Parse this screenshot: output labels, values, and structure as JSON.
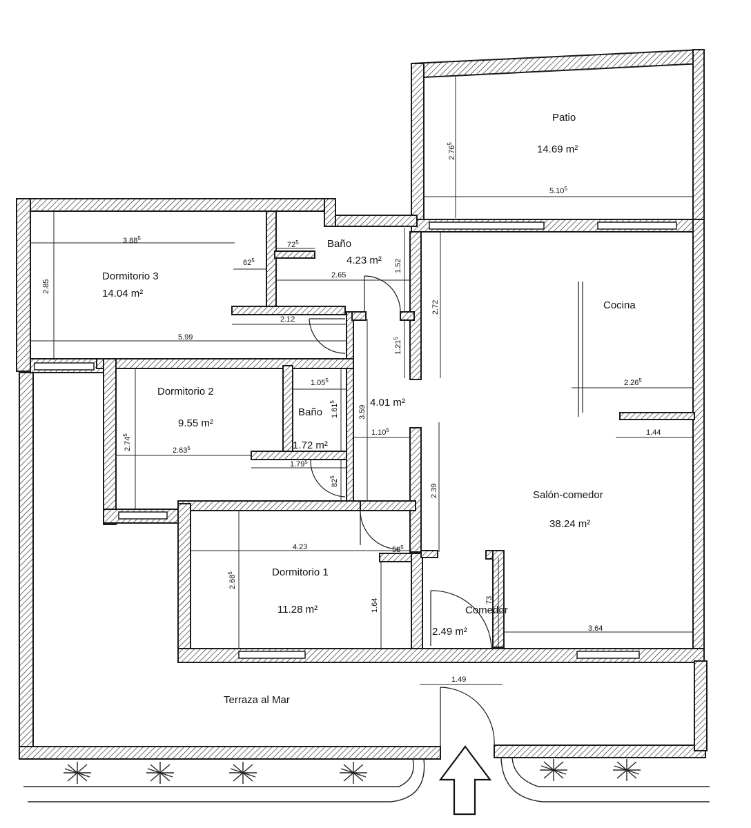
{
  "rooms": {
    "patio": {
      "name": "Patio",
      "area": "14.69 m²"
    },
    "cocina": {
      "name": "Cocina"
    },
    "salon": {
      "name": "Salón-comedor",
      "area": "38.24 m²"
    },
    "dorm3": {
      "name": "Dormitorio 3",
      "area": "14.04 m²"
    },
    "bano1": {
      "name": "Baño",
      "area": "4.23 m²"
    },
    "dorm2": {
      "name": "Dormitorio 2",
      "area": "9.55 m²"
    },
    "bano2": {
      "name": "Baño",
      "area": "1.72 m²"
    },
    "pasillo": {
      "area": "4.01 m²"
    },
    "dorm1": {
      "name": "Dormitorio 1",
      "area": "11.28 m²"
    },
    "comedor": {
      "name": "Comedor",
      "area": "2.49 m²"
    },
    "terraza": {
      "name": "Terraza al Mar"
    }
  },
  "dimensions": {
    "d1": {
      "base": "2.76",
      "sup": "5"
    },
    "d2": {
      "base": "5.10",
      "sup": "5"
    },
    "d3": {
      "base": "3.88",
      "sup": "5"
    },
    "d4": {
      "base": "72",
      "sup": "5"
    },
    "d5": {
      "base": "62",
      "sup": "5"
    },
    "d6": {
      "base": "2.85"
    },
    "d7": {
      "base": "2.65"
    },
    "d8": {
      "base": "1.52"
    },
    "d9": {
      "base": "2.72"
    },
    "d10": {
      "base": "2.12"
    },
    "d11": {
      "base": "5.99"
    },
    "d12": {
      "base": "1.21",
      "sup": "5"
    },
    "d13": {
      "base": "2.26",
      "sup": "5"
    },
    "d14": {
      "base": "1.05",
      "sup": "5"
    },
    "d15": {
      "base": "1.61",
      "sup": "5"
    },
    "d16": {
      "base": "3.59"
    },
    "d17": {
      "base": "2.74",
      "sup": "5"
    },
    "d18": {
      "base": "1.10",
      "sup": "5"
    },
    "d19": {
      "base": "1.44"
    },
    "d20": {
      "base": "2.63",
      "sup": "5"
    },
    "d21": {
      "base": "1.79",
      "sup": "5"
    },
    "d22": {
      "base": "82",
      "sup": "5"
    },
    "d23": {
      "base": "2.39"
    },
    "d24": {
      "base": "4.23"
    },
    "d25": {
      "base": "58",
      "sup": "5"
    },
    "d26": {
      "base": "2.68",
      "sup": "5"
    },
    "d27": {
      "base": "1.64"
    },
    "d28": {
      "base": "73"
    },
    "d29": {
      "base": "3.64"
    },
    "d30": {
      "base": "1.49"
    }
  }
}
